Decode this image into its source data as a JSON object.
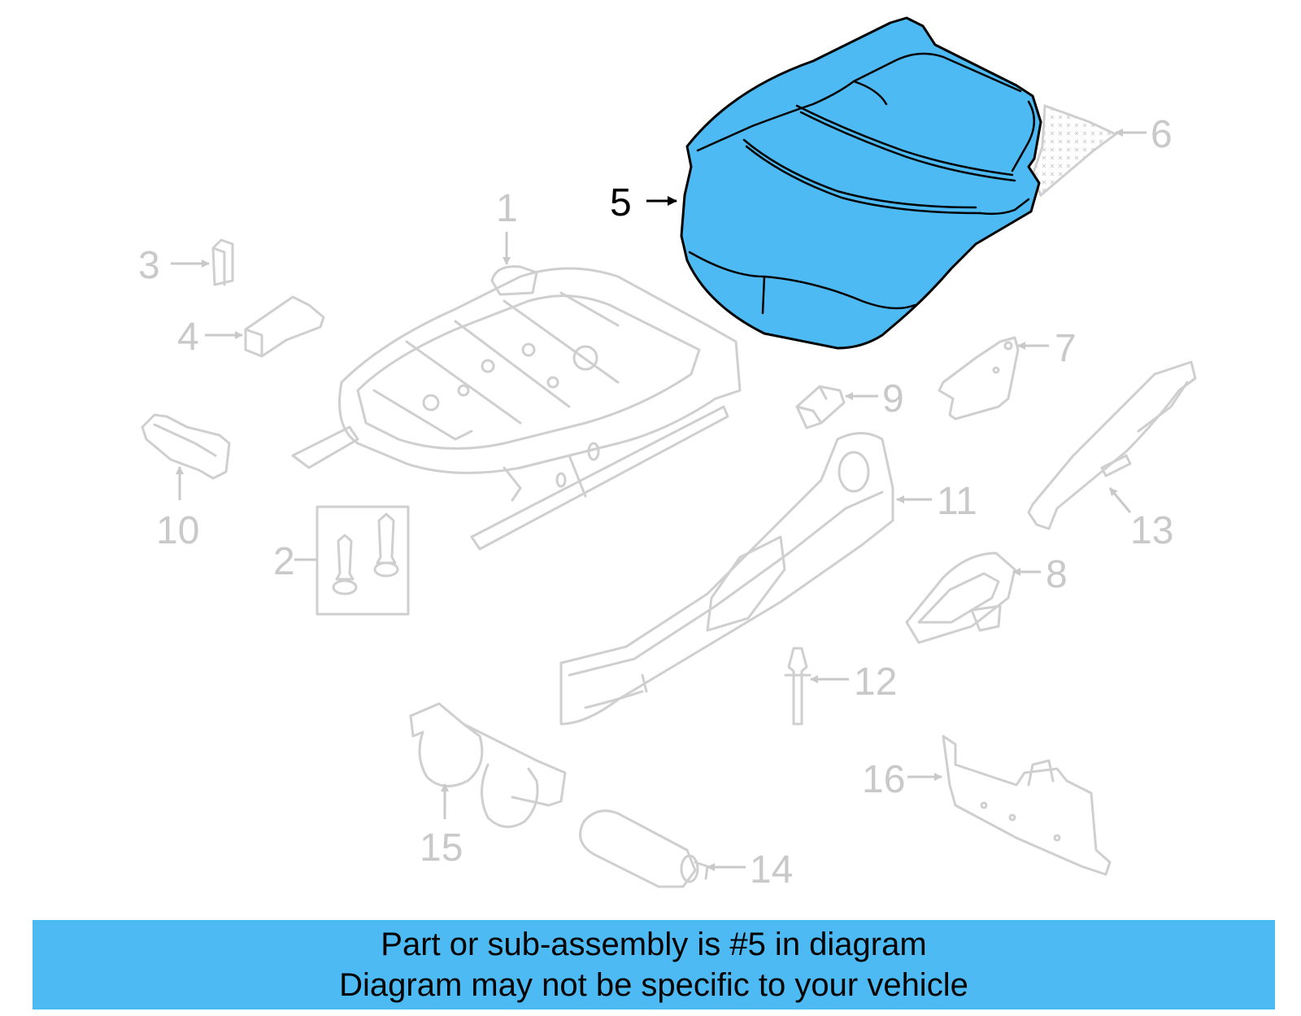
{
  "callouts": {
    "c1": "1",
    "c2": "2",
    "c3": "3",
    "c4": "4",
    "c5": "5",
    "c6": "6",
    "c7": "7",
    "c8": "8",
    "c9": "9",
    "c10": "10",
    "c11": "11",
    "c12": "12",
    "c13": "13",
    "c14": "14",
    "c15": "15",
    "c16": "16"
  },
  "highlighted_part": "5",
  "colors": {
    "highlight": "#4dbaf4",
    "ghost": "#cfcfcf",
    "label_inactive": "#c9c9c9",
    "label_active": "#000000"
  },
  "footer": {
    "line1": "Part or sub-assembly is #5 in diagram",
    "line2": "Diagram may not be specific to your vehicle"
  }
}
